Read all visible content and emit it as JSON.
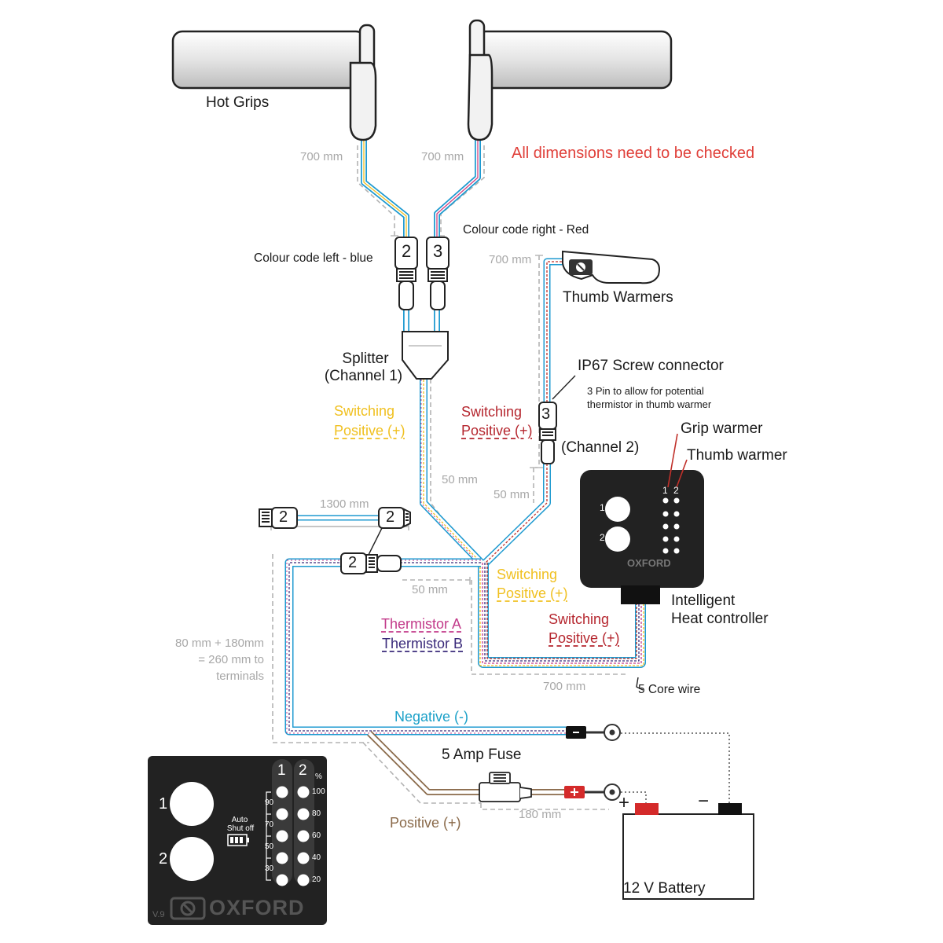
{
  "colors": {
    "blue": "#1e9ad0",
    "yellow": "#f0c020",
    "red": "#c0302a",
    "magenta": "#c23a8a",
    "indigo": "#3a2a7a",
    "brown": "#8a6a4a",
    "dimension_grey": "#a8a8a8",
    "panel_black": "#222222",
    "title_red": "#e0403a"
  },
  "components": {
    "hot_grips": "Hot Grips",
    "thumb_warmers": "Thumb Warmers",
    "splitter": "Splitter",
    "splitter_channel": "(Channel 1)",
    "connector": "IP67 Screw connector",
    "connector_note_1": "3 Pin to allow for potential",
    "connector_note_2": "thermistor in thumb warmer",
    "channel2": "(Channel 2)",
    "controller_1": "Intelligent",
    "controller_2": "Heat controller",
    "fuse": "5 Amp Fuse",
    "battery": "12 V Battery",
    "five_core": "5 Core wire",
    "grip_warmer": "Grip warmer",
    "thumb_warmer": "Thumb warmer"
  },
  "notes": {
    "dimensions_warning": "All dimensions need to be checked",
    "colour_left": "Colour code left - blue",
    "colour_right": "Colour code right - Red"
  },
  "connector_numbers": {
    "left": "2",
    "right": "3",
    "channel2": "3",
    "lead_left": "2",
    "lead_right": "2",
    "main": "2"
  },
  "wires": {
    "switching_positive_1": "Switching",
    "switching_positive_2": "Positive (+)",
    "thermistor_a": "Thermistor A",
    "thermistor_b": "Thermistor B",
    "negative": "Negative (-)",
    "positive": "Positive (+)"
  },
  "dimensions": {
    "grip_left": "700 mm",
    "grip_right": "700 mm",
    "thumb": "700 mm",
    "split_a": "50 mm",
    "split_b": "50 mm",
    "lead": "1300 mm",
    "main_50": "50 mm",
    "terminals_1": "80 mm + 180mm",
    "terminals_2": "= 260 mm to",
    "terminals_3": "terminals",
    "five_core": "700 mm",
    "fuse": "180 mm"
  },
  "battery_symbols": {
    "plus": "+",
    "minus": "−"
  },
  "panel": {
    "brand": "OXFORD",
    "version": "V.9",
    "button_1": "1",
    "button_2": "2",
    "col_1": "1",
    "col_2": "2",
    "percent": "%",
    "auto_1": "Auto",
    "auto_2": "Shut off",
    "left_scale": [
      "90",
      "70",
      "50",
      "30"
    ],
    "right_scale": [
      "100",
      "80",
      "60",
      "40",
      "20"
    ]
  }
}
